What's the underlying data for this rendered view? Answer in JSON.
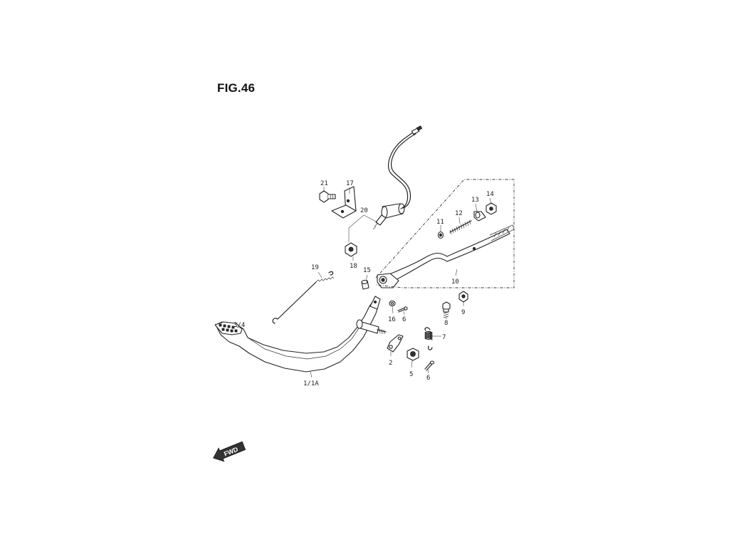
{
  "figure": {
    "title": "FIG.46"
  },
  "callouts": [
    {
      "id": "c1",
      "label": "1/1A"
    },
    {
      "id": "c2",
      "label": "2"
    },
    {
      "id": "c3",
      "label": "3/4"
    },
    {
      "id": "c5",
      "label": "5"
    },
    {
      "id": "c6a",
      "label": "6"
    },
    {
      "id": "c6b",
      "label": "6"
    },
    {
      "id": "c7",
      "label": "7"
    },
    {
      "id": "c8",
      "label": "8"
    },
    {
      "id": "c9",
      "label": "9"
    },
    {
      "id": "c10",
      "label": "10"
    },
    {
      "id": "c11",
      "label": "11"
    },
    {
      "id": "c12",
      "label": "12"
    },
    {
      "id": "c13",
      "label": "13"
    },
    {
      "id": "c14",
      "label": "14"
    },
    {
      "id": "c15",
      "label": "15"
    },
    {
      "id": "c16",
      "label": "16"
    },
    {
      "id": "c17",
      "label": "17"
    },
    {
      "id": "c18",
      "label": "18"
    },
    {
      "id": "c19",
      "label": "19"
    },
    {
      "id": "c20",
      "label": "20"
    },
    {
      "id": "c21",
      "label": "21"
    }
  ],
  "direction_indicator": {
    "label": "FWD",
    "icon": "arrow-left-icon"
  }
}
